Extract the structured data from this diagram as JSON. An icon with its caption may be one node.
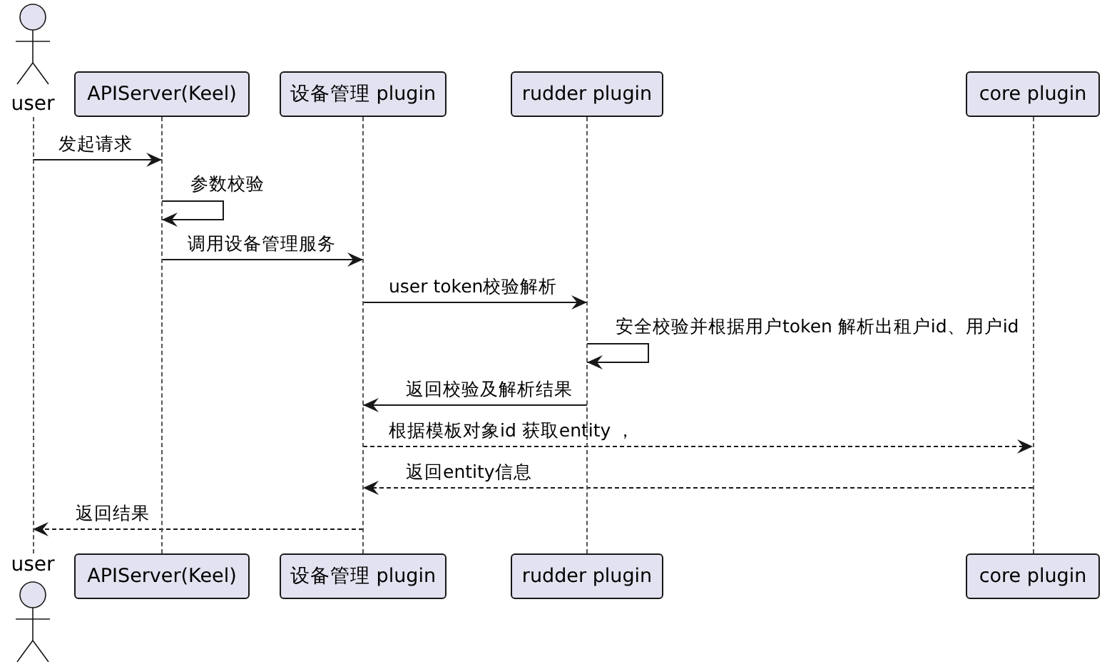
{
  "diagram": {
    "nodes": [
      {
        "text": [
          "user"
        ]
      },
      {
        "text": [
          "APIServer(Keel)"
        ]
      },
      {
        "text": [
          "设备管理 plugin"
        ]
      },
      {
        "text": [
          "rudder plugin"
        ]
      },
      {
        "text": [
          "core plugin"
        ]
      },
      {
        "text": [],
        "shape": "line"
      },
      {
        "text": [],
        "shape": "line"
      },
      {
        "text": [],
        "shape": "line"
      },
      {
        "text": [],
        "shape": "line"
      },
      {
        "text": [],
        "shape": "line"
      },
      {
        "text": [
          "user"
        ]
      },
      {
        "text": [
          "APIServer(Keel)"
        ]
      },
      {
        "text": [
          "设备管理 plugin"
        ]
      },
      {
        "text": [
          "rudder plugin"
        ]
      },
      {
        "text": [
          "core plugin"
        ]
      }
    ],
    "edges": [
      {
        "from": 5,
        "to": 6,
        "arrow": "to",
        "label": "发起请求"
      },
      {
        "from": 6,
        "to": 6,
        "arrow": "to",
        "label": "参数校验"
      },
      {
        "from": 6,
        "to": 7,
        "arrow": "to",
        "label": "调用设备管理服务"
      },
      {
        "from": 7,
        "to": 8,
        "arrow": "to",
        "label": "user token校验解析"
      },
      {
        "from": 8,
        "to": 8,
        "arrow": "to",
        "label": "安全校验并根据用户token 解析出租户id、用户id"
      },
      {
        "from": 8,
        "to": 7,
        "arrow": "to",
        "label": "返回校验及解析结果"
      },
      {
        "from": 7,
        "to": 9,
        "arrow": "to",
        "label": "根据模板对象id 获取entity ，",
        "style": "dashed"
      },
      {
        "from": 9,
        "to": 7,
        "arrow": "to",
        "label": "返回entity信息",
        "style": "dashed"
      },
      {
        "from": 7,
        "to": 5,
        "arrow": "to",
        "label": "返回结果",
        "style": "dashed"
      }
    ]
  }
}
